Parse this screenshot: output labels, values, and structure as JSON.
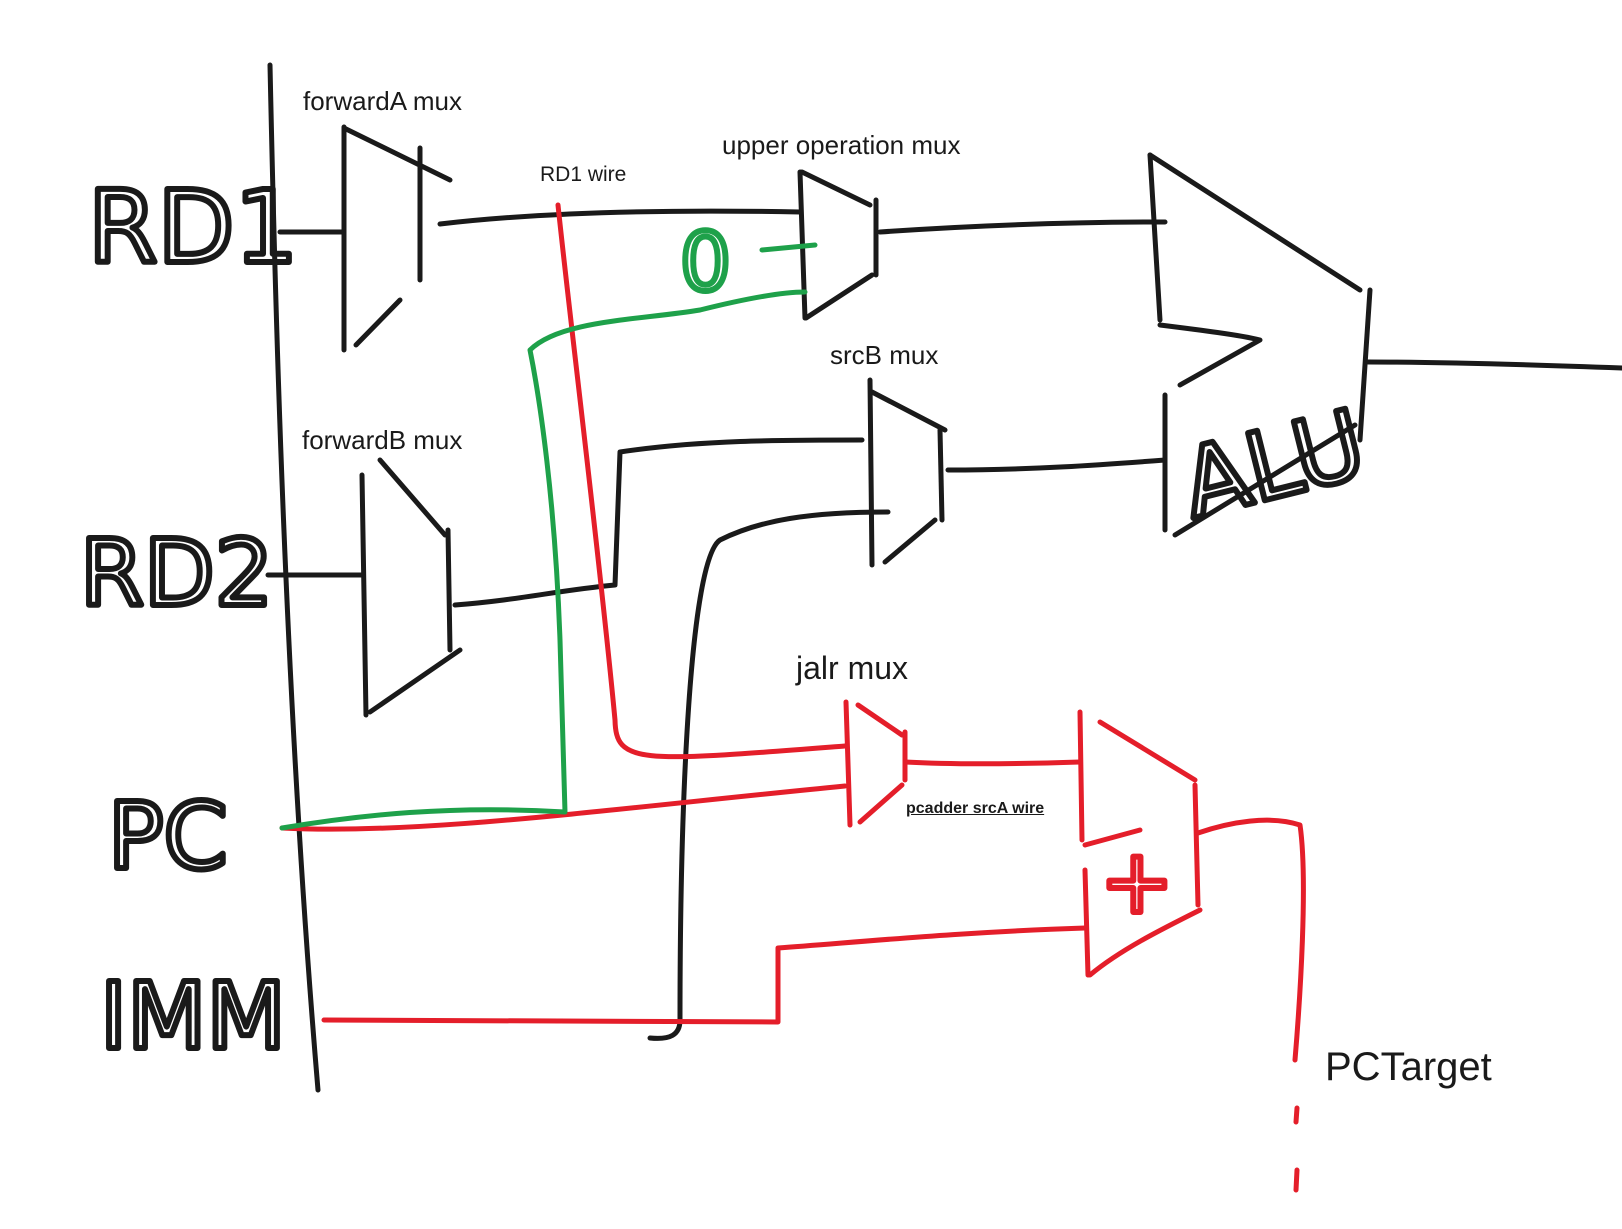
{
  "ports": {
    "rd1": "RD1",
    "rd2": "RD2",
    "pc": "PC",
    "imm": "IMM"
  },
  "labels": {
    "forwardA": "forwardA mux",
    "forwardB": "forwardB mux",
    "rd1_wire": "RD1 wire",
    "upper_op": "upper operation mux",
    "srcB": "srcB mux",
    "alu": "ALU",
    "jalr": "jalr mux",
    "pcadder_srca": "pcadder srcA wire",
    "pctarget": "PCTarget",
    "zero_const": "0",
    "plus": "+"
  },
  "colors": {
    "ink": "#1a1a1a",
    "red_wire": "#e41e2a",
    "green_wire": "#1ea14a"
  }
}
